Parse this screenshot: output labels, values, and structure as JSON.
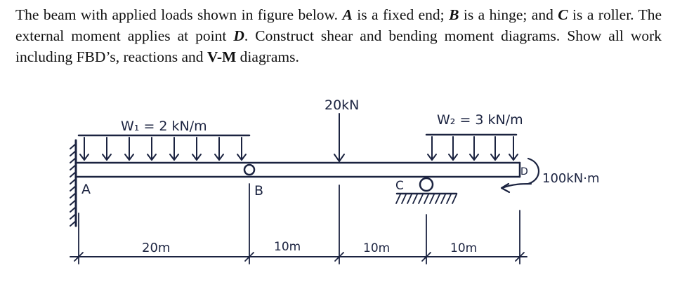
{
  "problem": {
    "line1_a": "The beam with applied loads shown in figure below. ",
    "A": "A",
    "line1_b": " is a fixed end; ",
    "B": "B",
    "line1_c": " is a hinge; and ",
    "C": "C",
    "line1_d": " is a roller. The external moment applies at point ",
    "D": "D",
    "line1_e": ". Construct shear and bending moment diagrams. Show all work including FBD’s, reactions and ",
    "vm": "V-M",
    "line1_f": " diagrams."
  },
  "figure": {
    "w1": "W₁ = 2 kN/m",
    "w2": "W₂ = 3 kN/m",
    "p": "20kN",
    "moment": "100kN·m",
    "labels": {
      "a": "A",
      "b": "B",
      "c": "C",
      "d": "D"
    },
    "dims": [
      "20m",
      "10m",
      "10m",
      "10m"
    ]
  },
  "colors": {
    "ink": "#1b2340",
    "text": "#111111"
  }
}
